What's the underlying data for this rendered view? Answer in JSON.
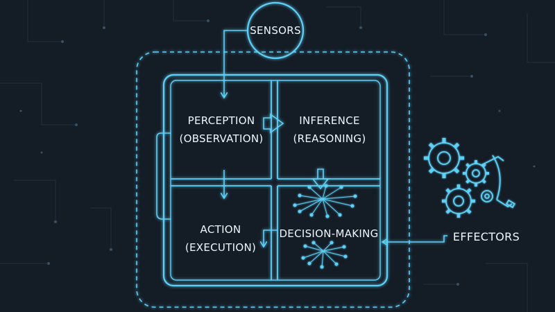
{
  "diagram": {
    "sensors_label": "SENSORS",
    "effectors_label": "EFFECTORS",
    "quadrants": {
      "perception": {
        "line1": "PERCEPTION",
        "line2": "(OBSERVATION)"
      },
      "inference": {
        "line1": "INFERENCE",
        "line2": "(REASONING)"
      },
      "action": {
        "line1": "ACTION",
        "line2": "(EXECUTION)"
      },
      "decision": {
        "line1": "DECISION-MAKING"
      }
    }
  },
  "colors": {
    "background": "#141c26",
    "glow": "#5fd0f5",
    "text": "#eef6ff"
  }
}
